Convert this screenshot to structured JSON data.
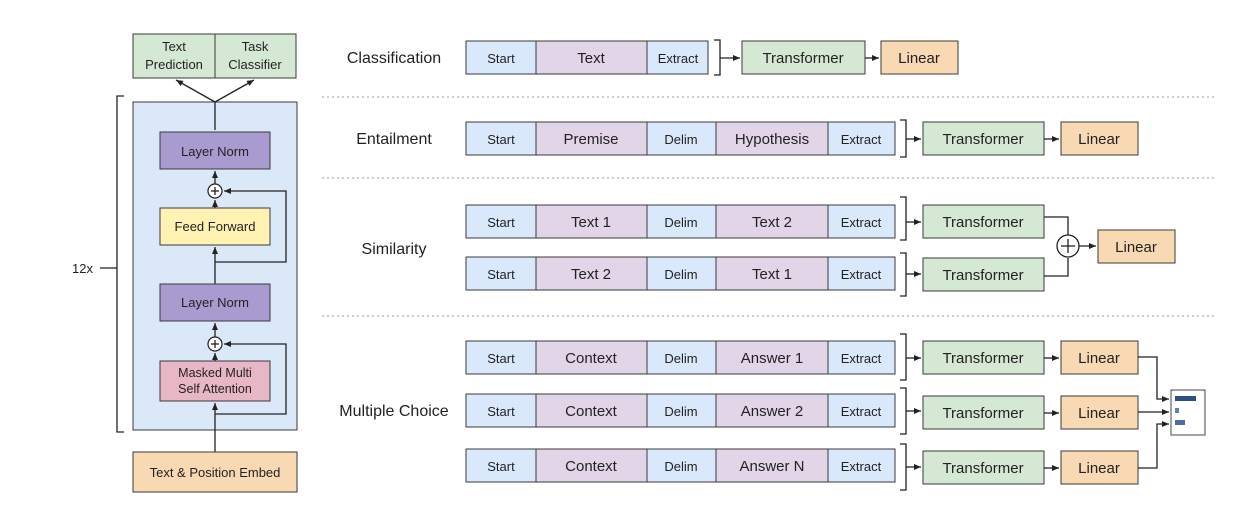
{
  "arch": {
    "text_prediction": "Text Prediction",
    "task_classifier": "Task Classifier",
    "layer_norm": "Layer Norm",
    "feed_forward": "Feed Forward",
    "masked_attention": "Masked Multi Self Attention",
    "embed": "Text & Position Embed",
    "repeat": "12x"
  },
  "common": {
    "start": "Start",
    "extract": "Extract",
    "delim": "Delim",
    "transformer": "Transformer",
    "linear": "Linear"
  },
  "tasks": {
    "classification": {
      "label": "Classification",
      "text": "Text"
    },
    "entailment": {
      "label": "Entailment",
      "premise": "Premise",
      "hypothesis": "Hypothesis"
    },
    "similarity": {
      "label": "Similarity",
      "text1": "Text 1",
      "text2": "Text 2"
    },
    "multiple_choice": {
      "label": "Multiple Choice",
      "context": "Context",
      "answer1": "Answer 1",
      "answer2": "Answer 2",
      "answerN": "Answer N"
    }
  }
}
